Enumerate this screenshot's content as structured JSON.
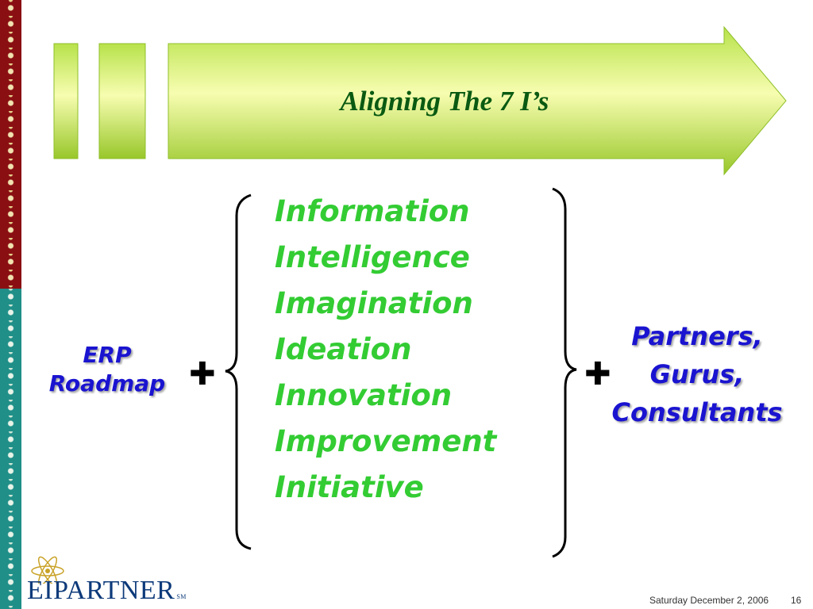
{
  "slide": {
    "title": "Aligning The 7 I’s",
    "items": [
      "Information",
      "Intelligence",
      "Imagination",
      "Ideation",
      "Innovation",
      "Improvement",
      "Initiative"
    ],
    "left_label": [
      "ERP",
      "Roadmap"
    ],
    "right_label": [
      "Partners,",
      "Gurus,",
      "Consultants"
    ],
    "plus_symbol": "✚"
  },
  "logo": {
    "text": "EIPARTNER",
    "mark": "SM"
  },
  "footer": {
    "date": "Saturday December 2, 2006",
    "page": "16"
  },
  "colors": {
    "title": "#0a5a12",
    "items": "#33cc33",
    "side_labels": "#1a14d0",
    "banner_light": "#f5fca4",
    "banner_dark": "#9dcc2c",
    "stripe_top": "#8a0f12",
    "stripe_bottom": "#1f8f88",
    "logo": "#0d3a7a"
  }
}
